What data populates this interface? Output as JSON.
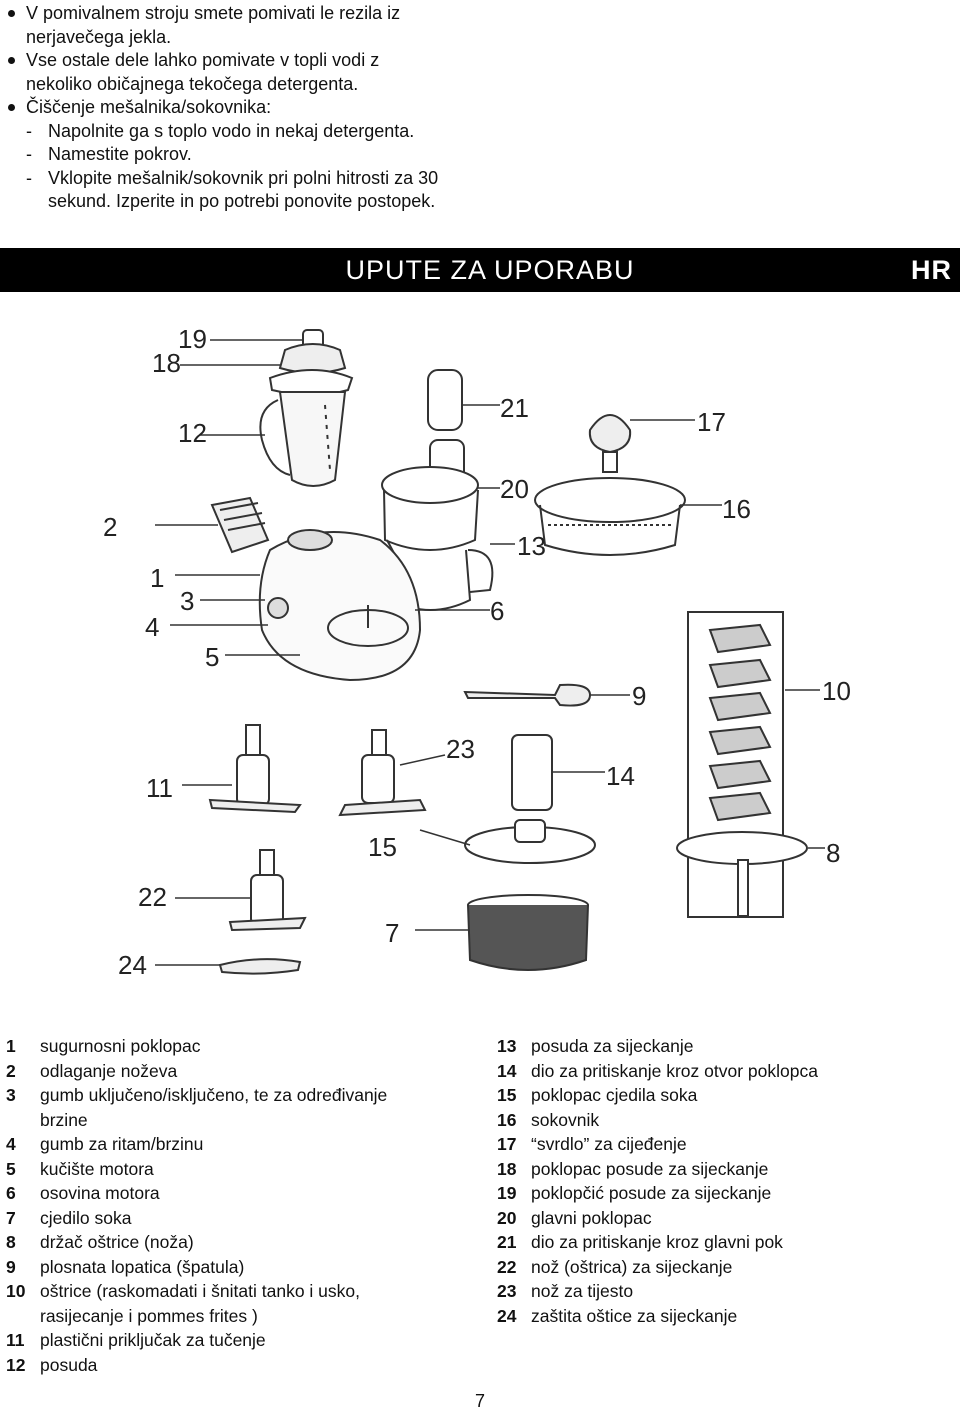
{
  "care_list": [
    {
      "marker": "bullet",
      "text": "V pomivalnem stroju smete pomivati le rezila iz"
    },
    {
      "marker": "none",
      "text": "nerjavečega jekla."
    },
    {
      "marker": "bullet",
      "text": "Vse ostale dele lahko pomivate v topli vodi z"
    },
    {
      "marker": "none",
      "text": "nekoliko običajnega tekočega detergenta."
    },
    {
      "marker": "bullet",
      "text": "Čiščenje mešalnika/sokovnika:"
    },
    {
      "marker": "dash",
      "text": "Napolnite ga s toplo vodo in nekaj detergenta."
    },
    {
      "marker": "dash",
      "text": "Namestite pokrov."
    },
    {
      "marker": "dash",
      "text": "Vklopite mešalnik/sokovnik pri polni hitrosti za 30"
    },
    {
      "marker": "dashcont",
      "text": "sekund. Izperite in po potrebi ponovite postopek."
    }
  ],
  "section": {
    "title": "UPUTE ZA UPORABU",
    "lang": "HR"
  },
  "diagram_labels": [
    "1",
    "2",
    "3",
    "4",
    "5",
    "6",
    "7",
    "8",
    "9",
    "10",
    "11",
    "12",
    "13",
    "14",
    "15",
    "16",
    "17",
    "18",
    "19",
    "20",
    "21",
    "22",
    "23",
    "24"
  ],
  "parts_left": [
    {
      "n": "1",
      "lines": [
        "sugurnosni poklopac"
      ]
    },
    {
      "n": "2",
      "lines": [
        "odlaganje noževa"
      ]
    },
    {
      "n": "3",
      "lines": [
        "gumb uključeno/isključeno, te za   određivanje",
        "brzine"
      ]
    },
    {
      "n": "4",
      "lines": [
        "gumb za ritam/brzinu"
      ]
    },
    {
      "n": "5",
      "lines": [
        "kučište motora"
      ]
    },
    {
      "n": "6",
      "lines": [
        "osovina motora"
      ]
    },
    {
      "n": "7",
      "lines": [
        "cjedilo soka"
      ]
    },
    {
      "n": "8",
      "lines": [
        "držač oštrice (noža)"
      ]
    },
    {
      "n": "9",
      "lines": [
        "plosnata lopatica (špatula)"
      ]
    },
    {
      "n": "10",
      "lines": [
        "oštrice (raskomadati  i šnitati tanko i usko,",
        "rasijecanje i pommes frites )"
      ]
    },
    {
      "n": "11",
      "lines": [
        "plastični priključak za tučenje"
      ]
    },
    {
      "n": "12",
      "lines": [
        "posuda"
      ]
    }
  ],
  "parts_right": [
    {
      "n": "13",
      "lines": [
        "posuda za sijeckanje"
      ]
    },
    {
      "n": "14",
      "lines": [
        "dio za pritiskanje kroz otvor poklopca"
      ]
    },
    {
      "n": "15",
      "lines": [
        "poklopac cjedila soka"
      ]
    },
    {
      "n": "16",
      "lines": [
        "sokovnik"
      ]
    },
    {
      "n": "17",
      "lines": [
        "“svrdlo” za cijeđenje"
      ]
    },
    {
      "n": "18",
      "lines": [
        "poklopac posude za sijeckanje"
      ]
    },
    {
      "n": "19",
      "lines": [
        "poklopčić posude za sijeckanje"
      ]
    },
    {
      "n": "20",
      "lines": [
        "glavni poklopac"
      ]
    },
    {
      "n": "21",
      "lines": [
        "dio za pritiskanje kroz glavni pok"
      ]
    },
    {
      "n": "22",
      "lines": [
        "nož (oštrica) za sijeckanje"
      ]
    },
    {
      "n": "23",
      "lines": [
        "nož za tijesto"
      ]
    },
    {
      "n": "24",
      "lines": [
        "zaštita oštice za sijeckanje"
      ]
    }
  ],
  "page_number": "7"
}
